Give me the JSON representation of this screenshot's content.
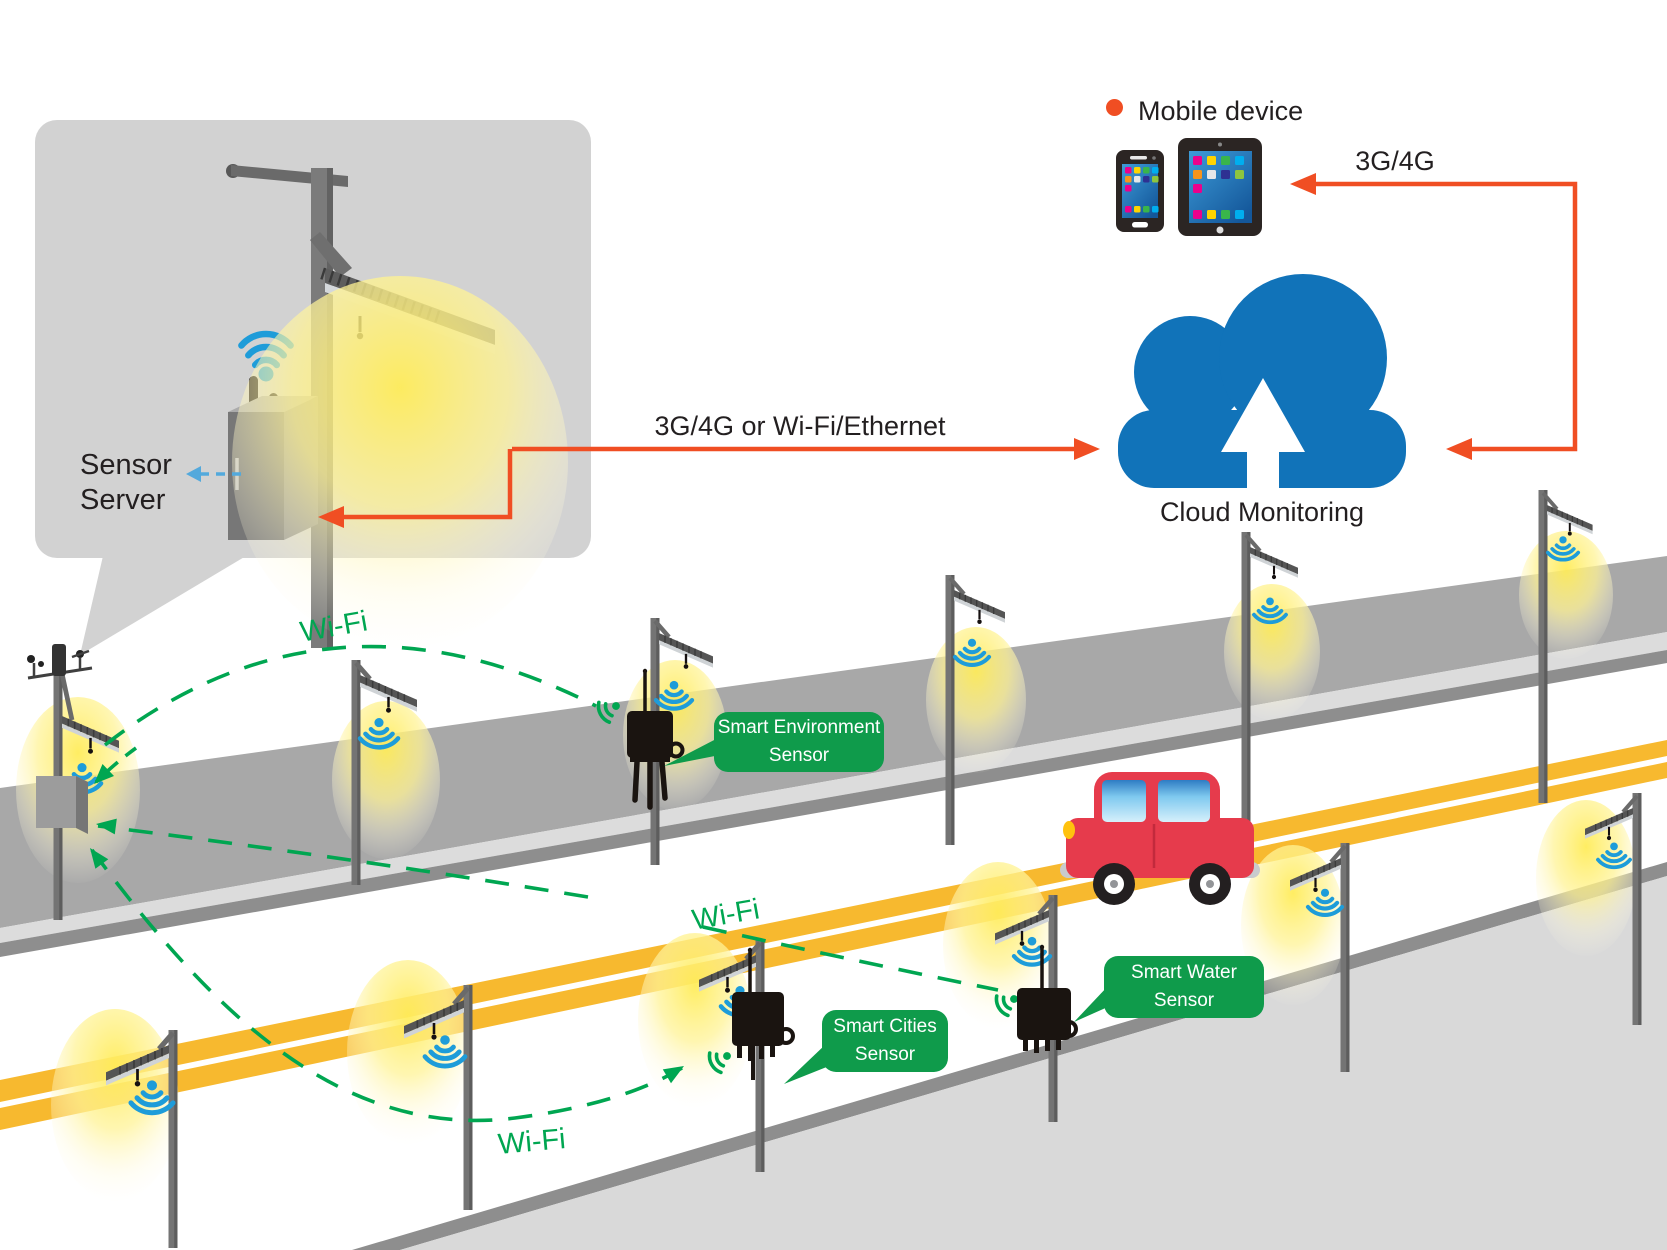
{
  "inset": {
    "label": "Sensor\nServer"
  },
  "uplink": {
    "label": "3G/4G or Wi-Fi/Ethernet"
  },
  "cloud": {
    "label": "Cloud Monitoring"
  },
  "mobile": {
    "label": "Mobile device",
    "link_label": "3G/4G"
  },
  "wifi_labels": [
    "Wi-Fi",
    "Wi-Fi",
    "Wi-Fi"
  ],
  "sensors": {
    "environment": {
      "label": "Smart Environment\nSensor"
    },
    "cities": {
      "label": "Smart Cities\nSensor"
    },
    "water": {
      "label": "Smart Water\nSensor"
    }
  },
  "icons": {
    "wifi_upright": "wifi-icon",
    "wifi_inverted": "wifi-down-icon",
    "rf_signal": "rf-signal-icon",
    "cloud_upload": "cloud-upload-arrow-icon",
    "smartphone": "smartphone-icon",
    "tablet": "tablet-icon",
    "street_light": "street-light-icon",
    "weather_station": "weather-station-icon",
    "car": "car-icon"
  },
  "colors": {
    "orange": "#F04E23",
    "green": "#00A651",
    "bubble_green": "#0F9B4B",
    "wifi_blue": "#1E9CD9",
    "cloud_blue": "#1173B9",
    "yellow_line": "#F7B92F",
    "road_gray": "#A8A8A8",
    "sidewalk_gray": "#DCDCDC",
    "curb_gray": "#8E8E8E",
    "inset_gray": "#D2D2D2",
    "text_dark": "#231F20",
    "device_black": "#1A1410",
    "car_red": "#E63B4C"
  }
}
